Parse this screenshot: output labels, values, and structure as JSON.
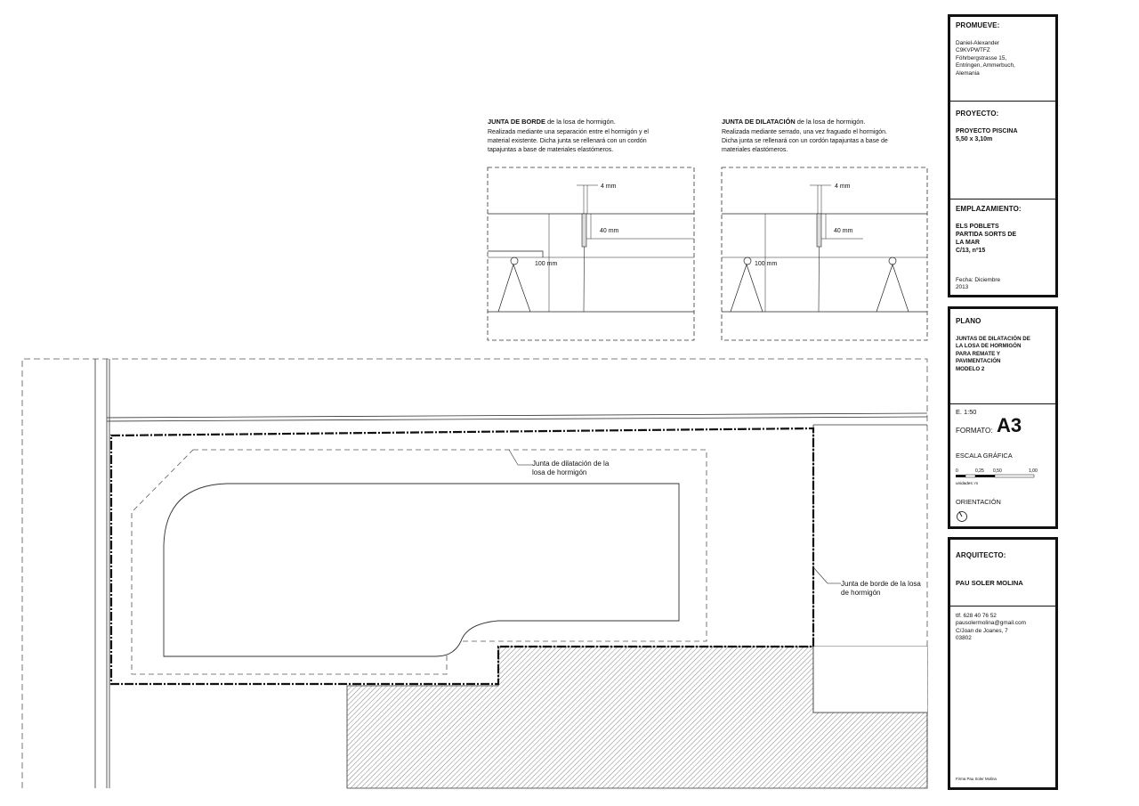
{
  "details": {
    "left": {
      "title": "JUNTA DE BORDE",
      "title_rest": " de la losa de hormigón.",
      "lines": [
        "Realizada mediante una separación entre el hormigón y el",
        "material existente. Dicha junta se rellenará con un cordón",
        "tapajuntas a base de materiales elastómeros."
      ],
      "dim_gap": "4 mm",
      "dim_depth": "40 mm",
      "dim_slab": "100 mm"
    },
    "right": {
      "title": "JUNTA DE DILATACIÓN",
      "title_rest": " de la losa de hormigón.",
      "lines": [
        "Realizada mediante serrado, una vez fraguado el hormigón.",
        "Dicha junta se rellenará con un cordón tapajuntas a base de",
        "materiales elastómeros."
      ],
      "dim_gap": "4 mm",
      "dim_depth": "40 mm",
      "dim_slab": "100 mm"
    }
  },
  "plan": {
    "callout_dilatacion": [
      "Junta de dilatación de la",
      "losa de hormigón"
    ],
    "callout_borde": [
      "Junta de borde de la losa",
      "de hormigón"
    ]
  },
  "titleblock": {
    "promueve_label": "PROMUEVE:",
    "promueve_text": "Daniel-Alexander\nC9KVPWTFZ\nFöhrbergstrasse 15,\nEntringen, Ammerbuch,\nAlemania",
    "proyecto_label": "PROYECTO:",
    "proyecto_text": "PROYECTO PISCINA\n5,50 x 3,10m",
    "emplazamiento_label": "EMPLAZAMIENTO:",
    "emplazamiento_text": "ELS POBLETS\nPARTIDA SORTS DE\nLA MAR\nC/13, nº15",
    "fecha_text": "Fecha: Diciembre\n2013",
    "plano_label": "PLANO",
    "plano_text": "JUNTAS DE DILATACIÓN DE\nLA LOSA DE  HORMIGÓN\nPARA REMATE Y\nPAVIMENTACIÓN\nMODELO 2",
    "escala": "E. 1:50",
    "formato_label": "FORMATO:",
    "formato_value": "A3",
    "escala_grafica_label": "ESCALA GRÁFICA",
    "scale_ticks": [
      "0",
      "0,25",
      "0,50",
      "1,00"
    ],
    "scale_units": "unidades: m",
    "orientacion_label": "ORIENTACIÓN",
    "arquitecto_label": "ARQUITECTO:",
    "arquitecto_name": "PAU SOLER MOLINA",
    "arquitecto_contact": "tlf. 628 40 76 52\npausolermolina@gmail.com\nC/Joan de Joanes, 7\n03802",
    "firma": "Firma Pau Soler Molina"
  }
}
